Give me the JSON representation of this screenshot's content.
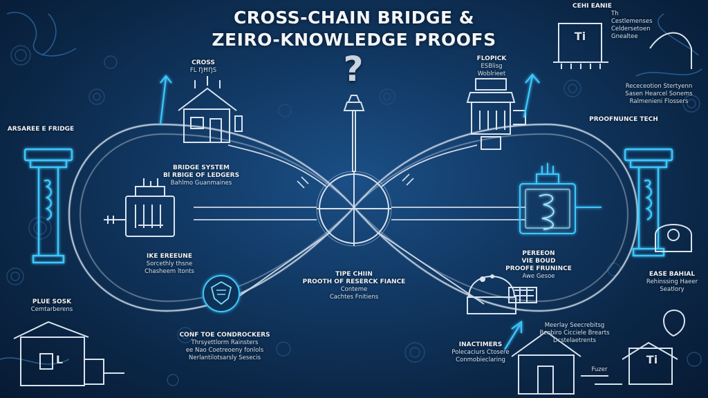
{
  "title": {
    "line1": "CROSS-CHAIN BRIDGE &",
    "line2": "ZEIRO-KNOWLEDGE PROOFS"
  },
  "center_mark": "?",
  "labels": {
    "cross": {
      "lines": [
        "CROSS",
        "FL ŊĦŊS"
      ]
    },
    "bridge_left": {
      "lines": [
        "BRIDGE SYSTEM",
        "Bl RBIGE OF LEDGERS",
        "Bahlmo Guanmaines"
      ]
    },
    "arsaree": {
      "lines": [
        "ARSAREE E FRIDGE"
      ]
    },
    "ike_ereeune": {
      "lines": [
        "IKE EREEUNE",
        "Sorcethly thsne",
        "Chasheem ltonts"
      ]
    },
    "pflare": {
      "lines": [
        "PLUE SOSK",
        "Cemtarberens"
      ]
    },
    "center": {
      "lines": [
        "TIPE CHIIN",
        "PROOTH OF RESERCK FIANCE",
        "Conteme",
        "Cachtes Fnitiens"
      ]
    },
    "conf": {
      "lines": [
        "CONF TOE CONDROCKERS",
        "Thrsyettlorm Rainsters",
        "ee Nao Coetreoeny fonlols",
        "Nerlantilotsarsly Sesecis"
      ]
    },
    "top_left_mid": {
      "lines": [
        "FLOPICK",
        "ESBlisg",
        "Woblrieet"
      ]
    },
    "proof_tech": {
      "lines": [
        "PROOFNUNCE TECH"
      ]
    },
    "right_mid": {
      "lines": [
        "PEREEON",
        "VIE BOUD",
        "PROOFE FRUNINCE",
        "Awe Gesoe"
      ]
    },
    "top_right_box": {
      "lines": [
        "CEHI EANIE",
        "Th Cestlemenses",
        "Celdersetoen",
        "Gnealtee"
      ]
    },
    "top_right_text": {
      "lines": [
        "Receceotion Stertyenn",
        "Sasen Hearcel Sonems",
        "Ralmenieni Flossers"
      ]
    },
    "ease": {
      "lines": [
        "EASE BAHIAL",
        "Rehinssing Haeer",
        "Seatlory"
      ]
    },
    "inactive": {
      "lines": [
        "INACTIMERS",
        "Polecaciurs Ctosere",
        "Conmobieclaring"
      ]
    },
    "bottom_right": {
      "lines": [
        "Meerlay Seecrebitsg",
        "Bcobiro Cicciele Brearts",
        "Dcstelaetrents"
      ]
    },
    "fuel": {
      "lines": [
        "Fuzer"
      ]
    },
    "house_letters": {
      "bl": "L",
      "br": "Ti"
    }
  },
  "colors": {
    "line": "#c9d6e4",
    "accent_cyan": "#3ec8ff",
    "bg_center": "#1b4f86",
    "bg_edge": "#071a33"
  }
}
